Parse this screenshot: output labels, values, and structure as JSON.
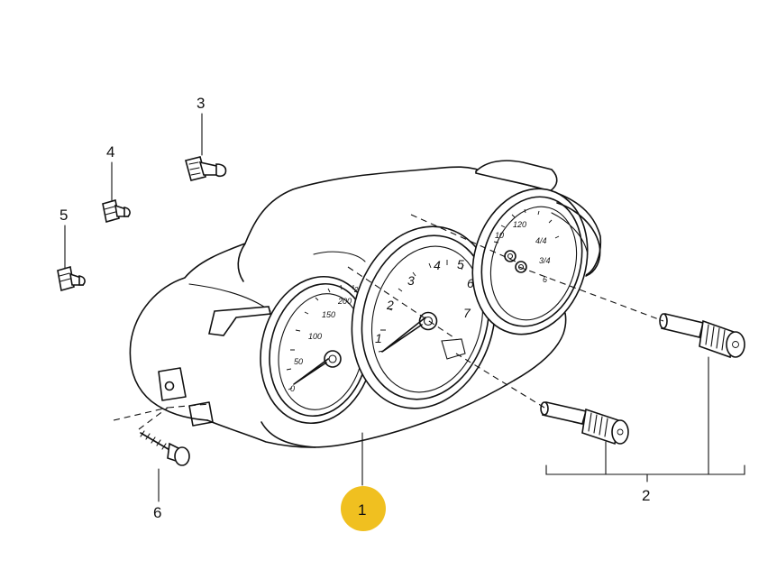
{
  "callouts": {
    "part1": "1",
    "part2": "2",
    "part3": "3",
    "part4": "4",
    "part5": "5",
    "part6": "6"
  },
  "speedometer": {
    "labels": [
      "0",
      "50",
      "100",
      "150",
      "200",
      "250"
    ]
  },
  "tachometer": {
    "labels": [
      "1",
      "2",
      "3",
      "4",
      "5",
      "6",
      "7"
    ]
  },
  "right_gauge": {
    "labels": [
      "10",
      "120",
      "4/4",
      "3/4",
      "6"
    ]
  },
  "colors": {
    "line": "#111111",
    "highlight": "#f0c020"
  }
}
